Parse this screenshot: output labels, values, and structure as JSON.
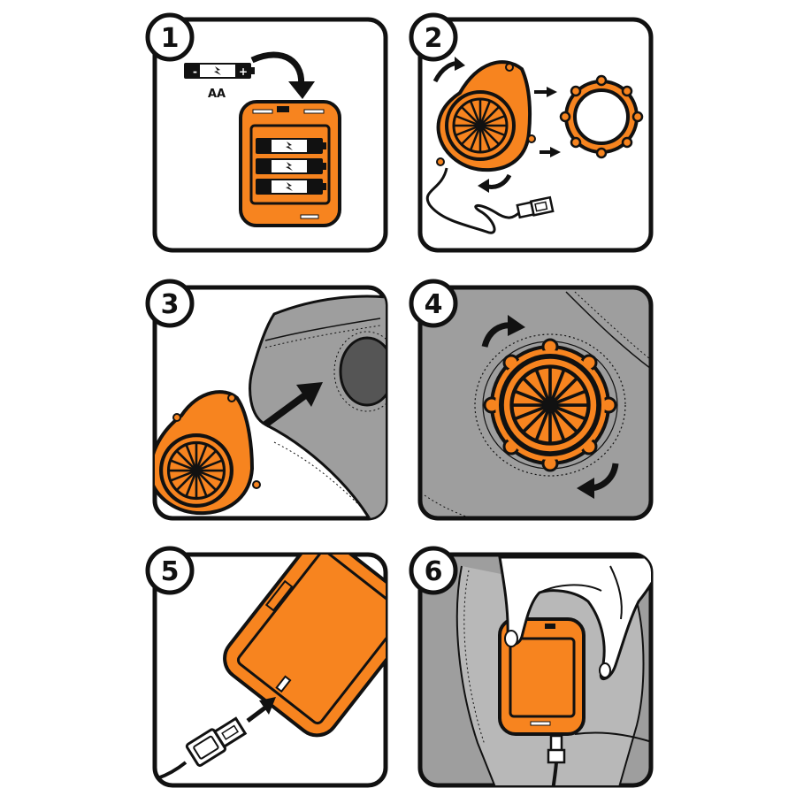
{
  "steps": [
    {
      "number": "1"
    },
    {
      "number": "2"
    },
    {
      "number": "3"
    },
    {
      "number": "4"
    },
    {
      "number": "5"
    },
    {
      "number": "6"
    }
  ],
  "battery_label": "AA",
  "battery_minus": "-",
  "battery_plus": "+",
  "colors": {
    "accent": "#f7841f",
    "outline": "#111111",
    "fabric": "#9e9e9e",
    "fabric_light": "#b8b8b8",
    "white": "#ffffff"
  }
}
